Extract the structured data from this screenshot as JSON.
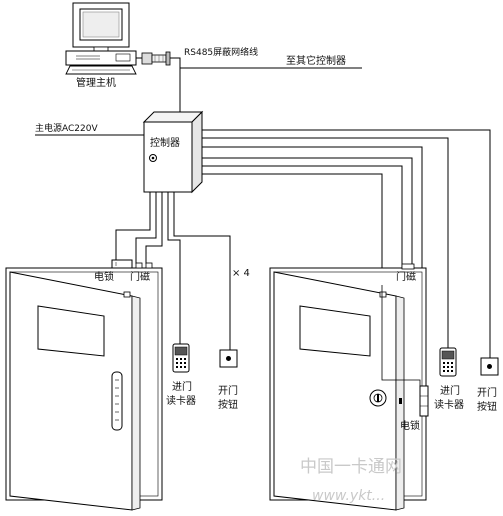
{
  "labels": {
    "host": "管理主机",
    "rs485": "RS485屏蔽网络线",
    "other_controllers": "至其它控制器",
    "main_power": "主电源AC220V",
    "controller": "控制器",
    "left_lock": "电锁",
    "left_magnet": "门磁",
    "multiplier": "× 4",
    "left_reader_1": "进门",
    "left_reader_2": "读卡器",
    "left_button_1": "开门",
    "left_button_2": "按钮",
    "right_magnet": "门磁",
    "right_reader_1": "进门",
    "right_reader_2": "读卡器",
    "right_button_1": "开门",
    "right_button_2": "按钮",
    "right_lock": "电锁"
  },
  "watermark": {
    "line1": "中国一卡通网",
    "line2": "www.ykt..."
  },
  "icons": {
    "computer": "computer-icon",
    "converter": "converter-icon",
    "controller_box": "controller-box-icon",
    "card_reader": "card-reader-icon",
    "exit_button": "exit-button-icon",
    "electric_lock": "electric-lock-icon",
    "door_magnet": "door-magnet-icon",
    "door_handle": "door-handle-icon",
    "door_keyhole": "keyhole-icon"
  }
}
